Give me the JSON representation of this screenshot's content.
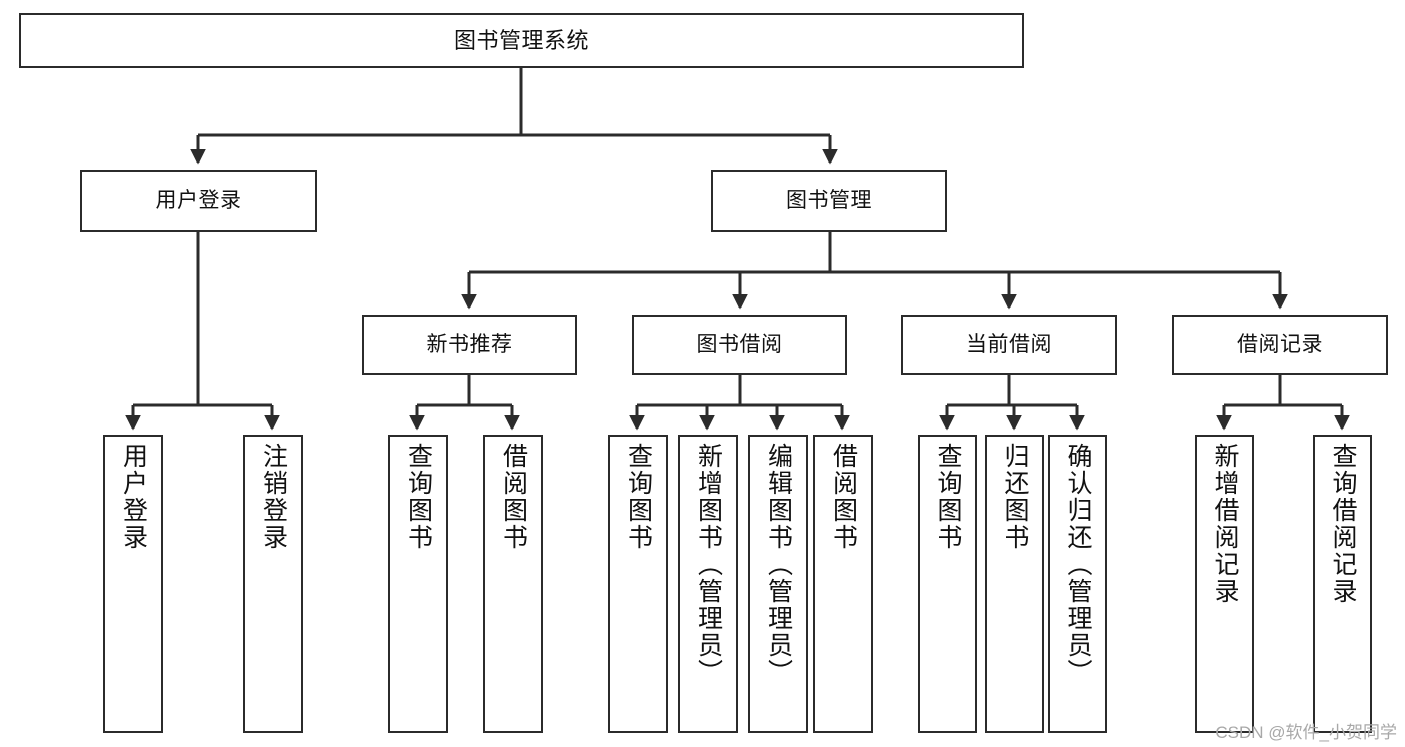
{
  "diagram": {
    "title": "图书管理系统",
    "type": "tree-hierarchy",
    "watermark": "CSDN @软件_小贺同学",
    "stroke_color": "#2b2b2b",
    "fill_color": "#ffffff",
    "text_color": "#111111"
  },
  "nodes": {
    "root": {
      "label": "图书管理系统"
    },
    "level2": [
      {
        "id": "user-login",
        "label": "用户登录"
      },
      {
        "id": "book-management",
        "label": "图书管理"
      }
    ],
    "level3": [
      {
        "id": "new-book-recommend",
        "label": "新书推荐"
      },
      {
        "id": "book-borrow",
        "label": "图书借阅"
      },
      {
        "id": "current-borrow",
        "label": "当前借阅"
      },
      {
        "id": "borrow-record",
        "label": "借阅记录"
      }
    ],
    "leaves": {
      "user_login": [
        {
          "id": "leaf-user-login",
          "label": "用户登录"
        },
        {
          "id": "leaf-logout-login",
          "label": "注销登录"
        }
      ],
      "new_book_recommend": [
        {
          "id": "leaf-query-book-1",
          "label": "查询图书"
        },
        {
          "id": "leaf-borrow-book-1",
          "label": "借阅图书"
        }
      ],
      "book_borrow": [
        {
          "id": "leaf-query-book-2",
          "label": "查询图书"
        },
        {
          "id": "leaf-add-book-admin",
          "label": "新增图书（管理员）"
        },
        {
          "id": "leaf-edit-book-admin",
          "label": "编辑图书（管理员）"
        },
        {
          "id": "leaf-borrow-book-2",
          "label": "借阅图书"
        }
      ],
      "current_borrow": [
        {
          "id": "leaf-query-book-3",
          "label": "查询图书"
        },
        {
          "id": "leaf-return-book",
          "label": "归还图书"
        },
        {
          "id": "leaf-confirm-return-admin",
          "label": "确认归还（管理员）"
        }
      ],
      "borrow_record": [
        {
          "id": "leaf-add-borrow-record",
          "label": "新增借阅记录"
        },
        {
          "id": "leaf-query-borrow-record",
          "label": "查询借阅记录"
        }
      ]
    }
  }
}
